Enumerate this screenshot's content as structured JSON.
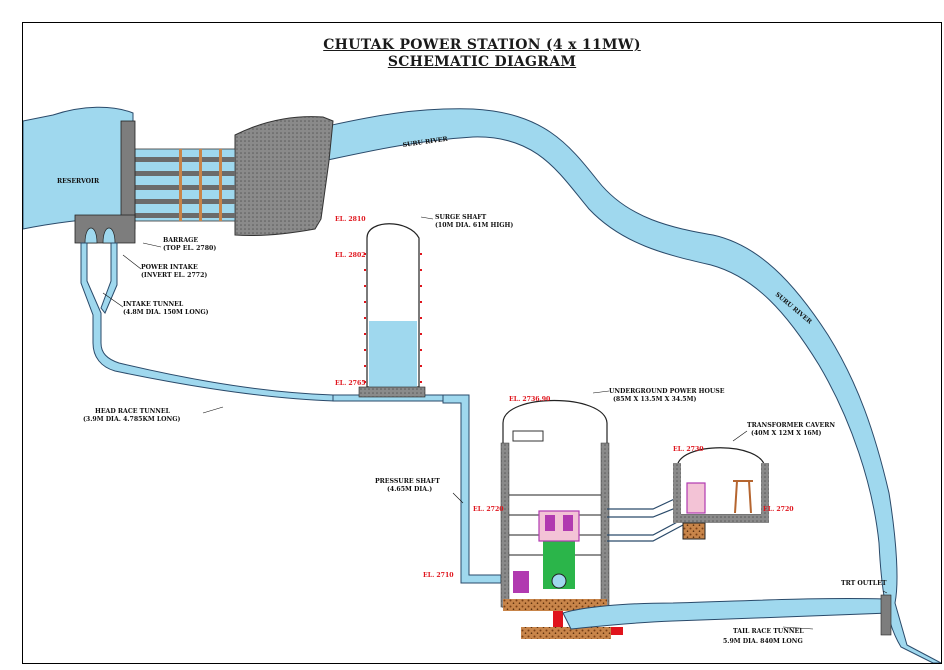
{
  "title": {
    "line1": "CHUTAK POWER STATION (4 x 11MW)",
    "line2": "SCHEMATIC DIAGRAM"
  },
  "labels": {
    "reservoir": "RESERVOIR",
    "river_1": "SURU RIVER",
    "river_2": "SURU RIVER",
    "barrage": "BARRAGE",
    "barrage_el": "(TOP EL. 2780)",
    "power_intake": "POWER INTAKE",
    "power_intake_el": "(INVERT EL. 2772)",
    "intake_tunnel": "INTAKE TUNNEL",
    "intake_tunnel_size": "(4.8M DIA. 150M LONG)",
    "surge_shaft": "SURGE SHAFT",
    "surge_shaft_size": "(10M DIA. 61M HIGH)",
    "head_race": "HEAD RACE TUNNEL",
    "head_race_size": "(3.9M DIA. 4.785KM LONG)",
    "pressure_shaft": "PRESSURE SHAFT",
    "pressure_shaft_size": "(4.65M DIA.)",
    "power_house": "UNDERGROUND POWER HOUSE",
    "power_house_size": "(85M X 13.5M X 34.5M)",
    "transformer": "TRANSFORMER CAVERN",
    "transformer_size": "(40M X 12M X 16M)",
    "trt_outlet": "TRT OUTLET",
    "tail_race": "TAIL RACE TUNNEL",
    "tail_race_size": "5.9M DIA. 840M LONG"
  },
  "elevations": {
    "surge_top": "EL. 2810",
    "surge_mid": "EL. 2802",
    "head_race": "EL. 2765",
    "power_house_crown": "EL. 2736.90",
    "power_house_floor": "EL. 2720",
    "pressure_bottom": "EL. 2710",
    "transformer_crown": "EL. 2730",
    "transformer_floor": "EL. 2720"
  },
  "colors": {
    "water": "#9fd8ee",
    "water_stroke": "#2a4a6a",
    "concrete": "#7d7d7d",
    "elevation_red": "#e0141c",
    "turbine_green": "#2bb54a",
    "machine_purple": "#b13ab0",
    "rock_brown": "#b5652f"
  }
}
